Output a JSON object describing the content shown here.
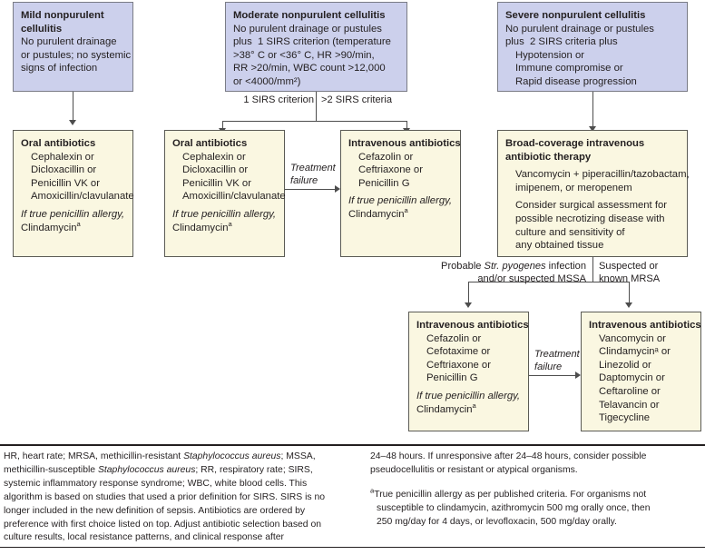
{
  "title": "Nonpurulent cellulitis treatment algorithm",
  "colors": {
    "severity_box_fill": "#ccd0ec",
    "treatment_box_fill": "#faf7e1",
    "box_border": "#6e6f71",
    "connector": "#4d4d4d",
    "text": "#231f20"
  },
  "severity_boxes": [
    {
      "id": "mild",
      "heading": "Mild nonpurulent\ncellulitis",
      "lines": [
        "No purulent drainage",
        "or pustules; no systemic",
        "signs of infection"
      ]
    },
    {
      "id": "moderate",
      "heading": "Moderate nonpurulent cellulitis",
      "lines": [
        "No purulent drainage or pustules",
        "plus  1 SIRS criterion (temperature",
        ">38° C or <36° C, HR >90/min,",
        "RR >20/min, WBC count >12,000",
        "or <4000/mm²)"
      ]
    },
    {
      "id": "severe",
      "heading": "Severe nonpurulent cellulitis",
      "lines": [
        "No purulent drainage or pustules",
        "plus  2 SIRS criteria plus"
      ],
      "indented_lines": [
        "Hypotension or",
        "Immune compromise or",
        "Rapid disease progression"
      ]
    }
  ],
  "branch_labels": {
    "sirs_one": "1 SIRS criterion",
    "sirs_two": ">2 SIRS criteria",
    "pyogenes_line1": "Probable Str. pyogenes infection",
    "pyogenes_line1_pre": "Probable ",
    "pyogenes_italic": "Str. pyogenes",
    "pyogenes_line1_post": " infection",
    "pyogenes_line2": "and/or suspected MSSA",
    "mrsa_line1": "Suspected or",
    "mrsa_line2": "known MRSA",
    "treatment_failure_1": "Treatment",
    "treatment_failure_2": "failure"
  },
  "treatment_boxes": [
    {
      "id": "oral-mild",
      "heading": "Oral antibiotics",
      "drugs": [
        "Cephalexin or",
        "Dicloxacillin or",
        "Penicillin VK or",
        "Amoxicillin/clavulanate"
      ],
      "allergy_note": "If true penicillin allergy,",
      "allergy_drug": "Clindamycin",
      "allergy_marker": "a"
    },
    {
      "id": "oral-moderate",
      "heading": "Oral antibiotics",
      "drugs": [
        "Cephalexin or",
        "Dicloxacillin or",
        "Penicillin VK or",
        "Amoxicillin/clavulanate"
      ],
      "allergy_note": "If true penicillin allergy,",
      "allergy_drug": "Clindamycin",
      "allergy_marker": "a"
    },
    {
      "id": "iv-moderate",
      "heading": "Intravenous antibiotics",
      "drugs": [
        "Cefazolin or",
        "Ceftriaxone or",
        "Penicillin G"
      ],
      "allergy_note": "If true penicillin allergy,",
      "allergy_drug": "Clindamycin",
      "allergy_marker": "a"
    },
    {
      "id": "broad-coverage",
      "heading": "Broad-coverage intravenous\nantibiotic therapy",
      "group1": [
        "Vancomycin + piperacillin/tazobactam,",
        "imipenem, or meropenem"
      ],
      "group2": [
        "Consider surgical assessment for",
        "possible necrotizing disease with",
        "culture and sensitivity of",
        "any obtained tissue"
      ]
    },
    {
      "id": "iv-mssa",
      "heading": "Intravenous antibiotics",
      "drugs": [
        "Cefazolin or",
        "Cefotaxime or",
        "Ceftriaxone or",
        "Penicillin G"
      ],
      "allergy_note": "If true penicillin allergy,",
      "allergy_drug": "Clindamycin",
      "allergy_marker": "a"
    },
    {
      "id": "iv-mrsa",
      "heading": "Intravenous antibiotics",
      "drugs": [
        "Vancomycin or",
        "Clindamycinᵃ or",
        "Linezolid or",
        "Daptomycin or",
        "Ceftaroline or",
        "Telavancin or",
        "Tigecycline"
      ]
    }
  ],
  "footer": {
    "left": [
      "HR, heart rate; MRSA, methicillin-resistant Staphylococcus aureus; MSSA,",
      "methicillin-susceptible Staphylococcus aureus; RR, respiratory rate; SIRS,",
      "systemic inflammatory response syndrome; WBC, white blood cells. This",
      "algorithm is based on studies that used a prior definition for SIRS. SIRS is no",
      "longer included in the new definition of sepsis. Antibiotics are ordered by",
      "preference with first choice listed on top. Adjust antibiotic selection based on",
      "culture results, local resistance patterns, and clinical response after"
    ],
    "right_p1": [
      "24–48 hours. If unresponsive after 24–48 hours, consider possible",
      "pseudocellulitis or resistant or atypical organisms."
    ],
    "right_p2": [
      "True penicillin allergy as per published criteria. For organisms not",
      "susceptible to clindamycin, azithromycin 500 mg orally once, then",
      "250 mg/day for 4 days, or levofloxacin, 500 mg/day orally."
    ],
    "right_p2_marker": "a"
  }
}
